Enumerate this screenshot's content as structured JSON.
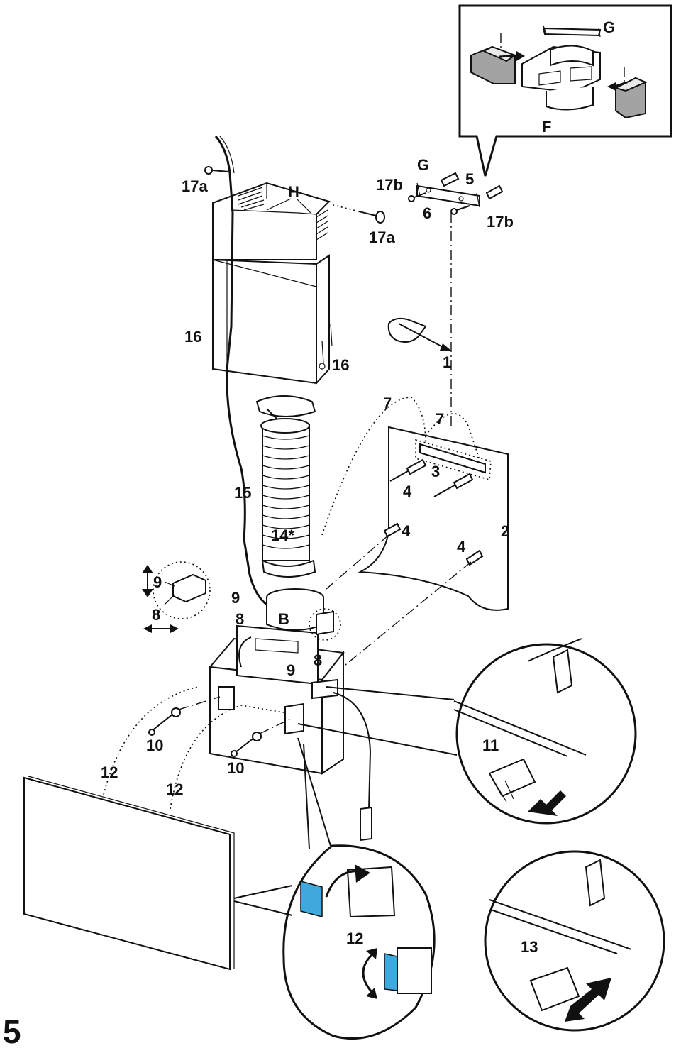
{
  "figure": {
    "step_number": "5",
    "callouts": {
      "l1": "1",
      "l2": "2",
      "l3": "3",
      "l4": "4",
      "l5": "5",
      "l6": "6",
      "l7": "7",
      "l8": "8",
      "l9": "9",
      "l10": "10",
      "l11": "11",
      "l12": "12",
      "l13": "13",
      "l14": "14*",
      "l15": "15",
      "l16": "16",
      "l17a": "17a",
      "l17b": "17b",
      "lB": "B",
      "lF": "F",
      "lG": "G",
      "lH": "H"
    }
  }
}
